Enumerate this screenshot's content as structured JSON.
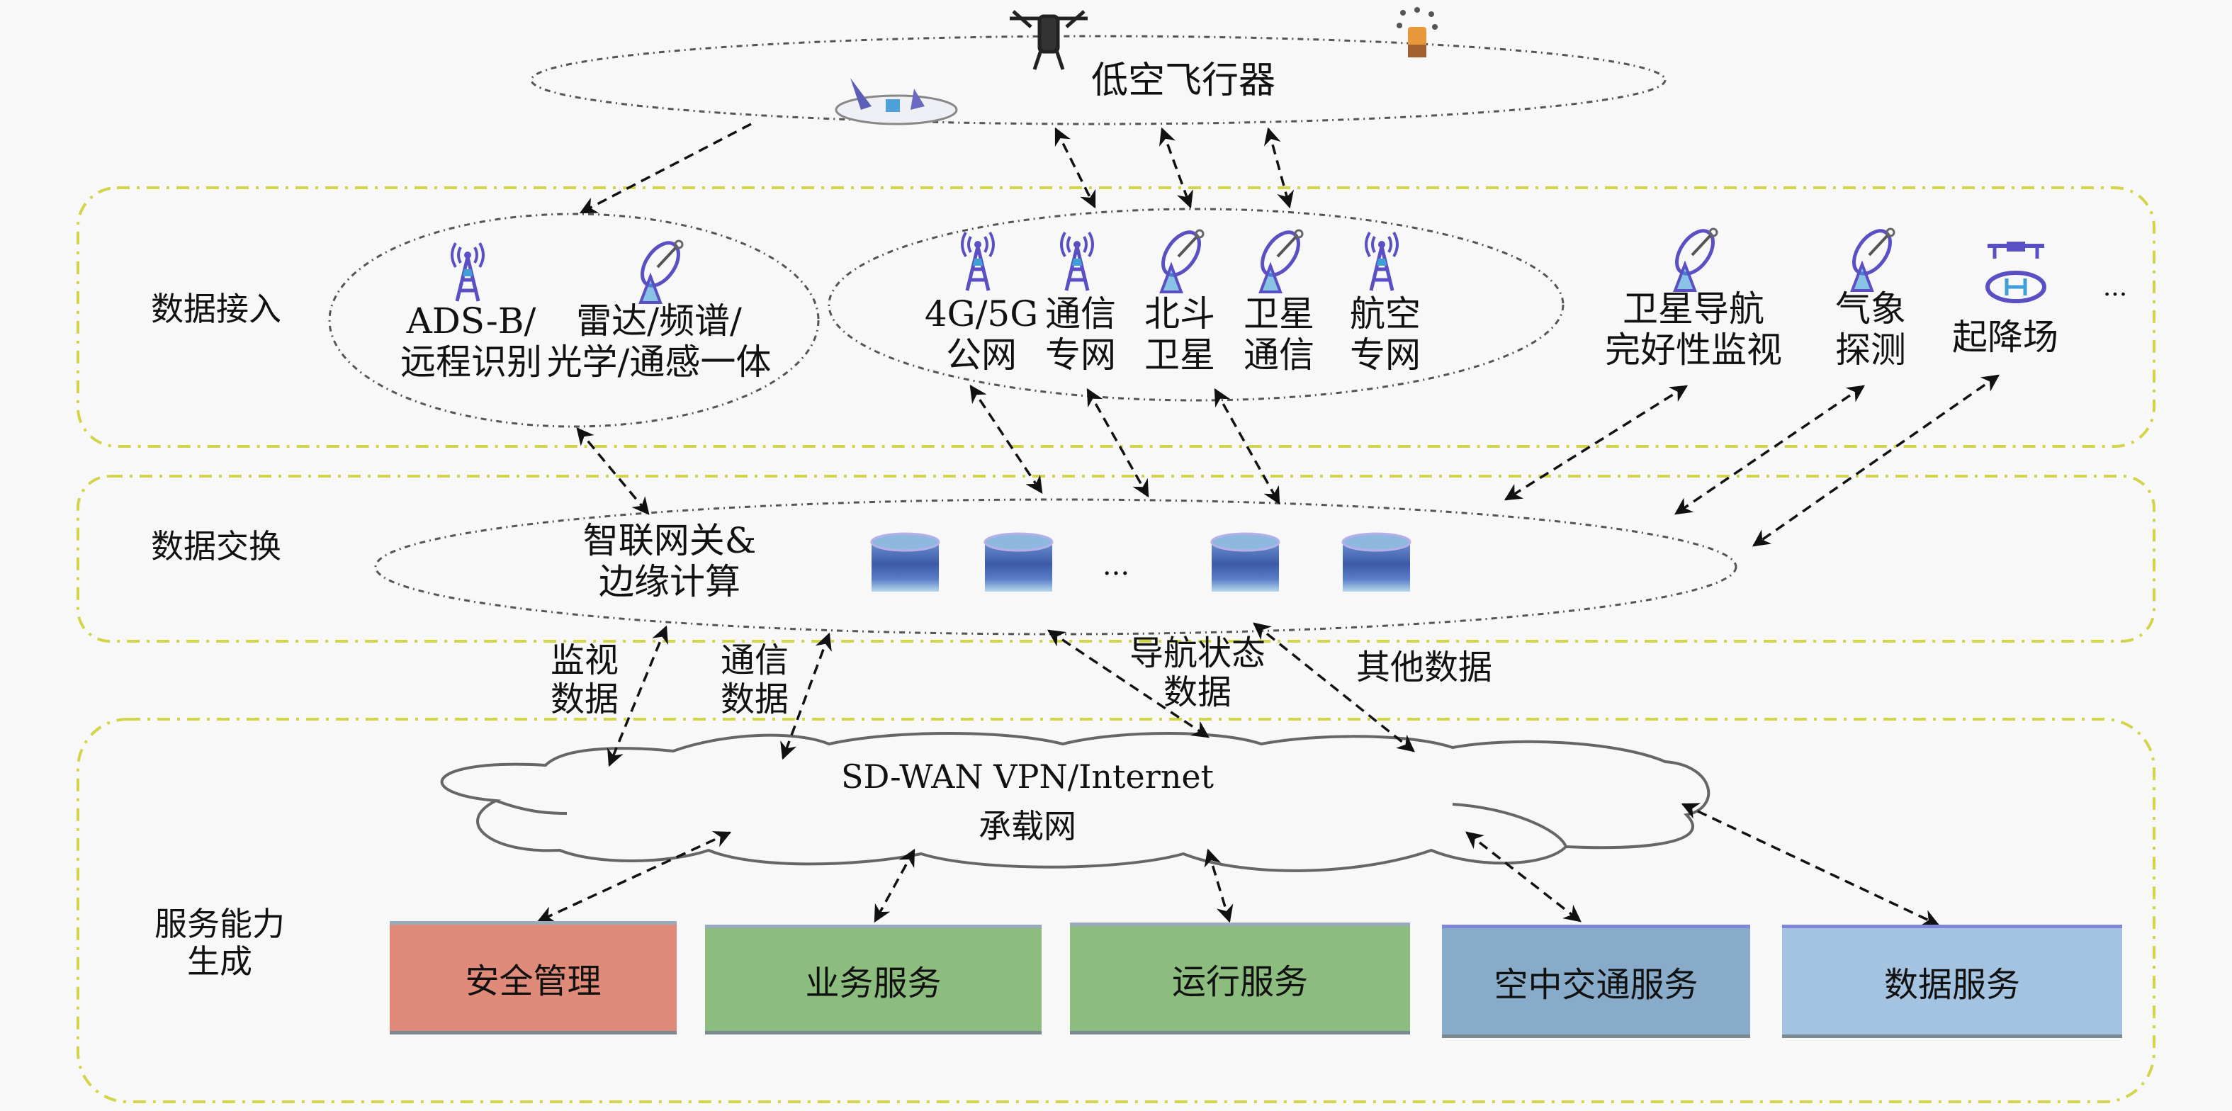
{
  "diagram": {
    "aircraft": {
      "label": "低空飞行器",
      "icons": [
        "multirotor-drone-icon",
        "evtol-aircraft-icon",
        "swarm-drone-icon"
      ]
    },
    "layers": [
      {
        "id": "access",
        "label": "数据接入"
      },
      {
        "id": "exchange",
        "label": "数据交换"
      },
      {
        "id": "service",
        "label": "服务能力生成"
      }
    ],
    "access": {
      "surveillance_group": [
        {
          "icon": "antenna-tower-icon",
          "label": "ADS-B/\n远程识别"
        },
        {
          "icon": "radar-dish-icon",
          "label": "雷达/频谱/\n光学/通感一体"
        }
      ],
      "network_group": [
        {
          "icon": "antenna-tower-icon",
          "label": "4G/5G\n公网"
        },
        {
          "icon": "antenna-tower-icon",
          "label": "通信\n专网"
        },
        {
          "icon": "satellite-dish-icon",
          "label": "北斗\n卫星"
        },
        {
          "icon": "satellite-dish-icon",
          "label": "卫星\n通信"
        },
        {
          "icon": "antenna-tower-icon",
          "label": "航空\n专网"
        }
      ],
      "standalone": [
        {
          "icon": "satellite-dish-icon",
          "label": "卫星导航\n完好性监视"
        },
        {
          "icon": "satellite-dish-icon",
          "label": "气象\n探测"
        },
        {
          "icon": "vertiport-icon",
          "label": "起降场"
        }
      ],
      "more": "..."
    },
    "exchange": {
      "gateway_label": "智联网关&\n边缘计算",
      "database_count": 4,
      "ellipsis": "..."
    },
    "flows": {
      "surveillance": "监视\n数据",
      "communication": "通信\n数据",
      "navigation": "导航状态\n数据",
      "other": "其他数据"
    },
    "network": {
      "line1": "SD-WAN VPN/Internet",
      "line2": "承载网"
    },
    "services": [
      {
        "label": "安全管理",
        "color": "#e08a7a"
      },
      {
        "label": "业务服务",
        "color": "#8dbd7e"
      },
      {
        "label": "运行服务",
        "color": "#8dbd7e"
      },
      {
        "label": "空中交通服务",
        "color": "#88abc9"
      },
      {
        "label": "数据服务",
        "color": "#a3c3e0"
      }
    ],
    "colors": {
      "layer_border": "#d8d84a",
      "icon_purple": "#5b4fc4",
      "icon_blue": "#3fa0d8",
      "db_blue": "#3d5aa8"
    }
  }
}
